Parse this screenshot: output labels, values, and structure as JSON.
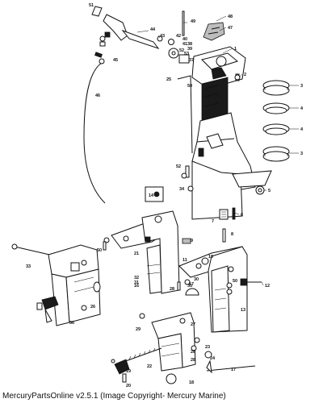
{
  "footer": {
    "text": "MercuryPartsOnline v2.5.1 (Image Copyright- Mercury Marine)"
  },
  "callouts": [
    "1",
    "2",
    "3",
    "4",
    "4",
    "3",
    "5",
    "6",
    "7",
    "8",
    "9",
    "10",
    "11",
    "12",
    "13",
    "14",
    "16",
    "17",
    "17",
    "18",
    "19",
    "20",
    "21",
    "22",
    "23",
    "24",
    "25",
    "26",
    "27",
    "28",
    "28",
    "28",
    "29",
    "30",
    "31",
    "32",
    "33",
    "34",
    "35",
    "36",
    "37",
    "38",
    "39",
    "40",
    "41",
    "42",
    "43",
    "44",
    "45",
    "46",
    "47",
    "48",
    "49",
    "50",
    "50",
    "50",
    "51",
    "52",
    "52",
    "53"
  ]
}
